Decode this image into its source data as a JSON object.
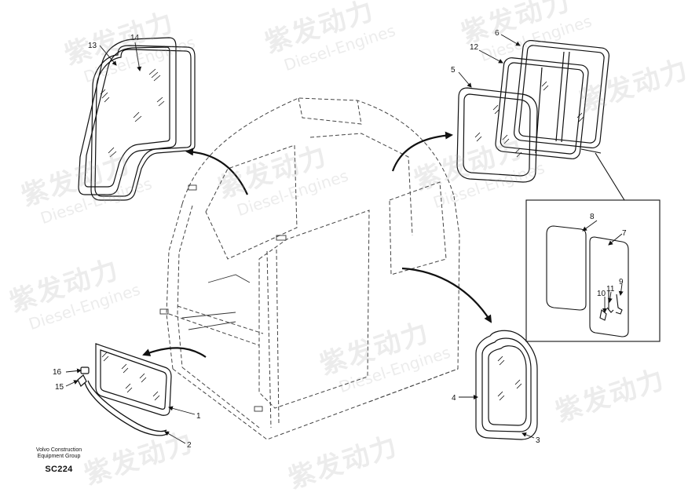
{
  "brand": {
    "line1": "Volvo Construction",
    "line2": "Equipment Group",
    "code": "SC224"
  },
  "watermark": {
    "cn": "紫发动力",
    "en": "Diesel-Engines"
  },
  "callouts": [
    "1",
    "2",
    "3",
    "4",
    "5",
    "6",
    "7",
    "8",
    "9",
    "10",
    "11",
    "12",
    "13",
    "14",
    "15",
    "16"
  ]
}
